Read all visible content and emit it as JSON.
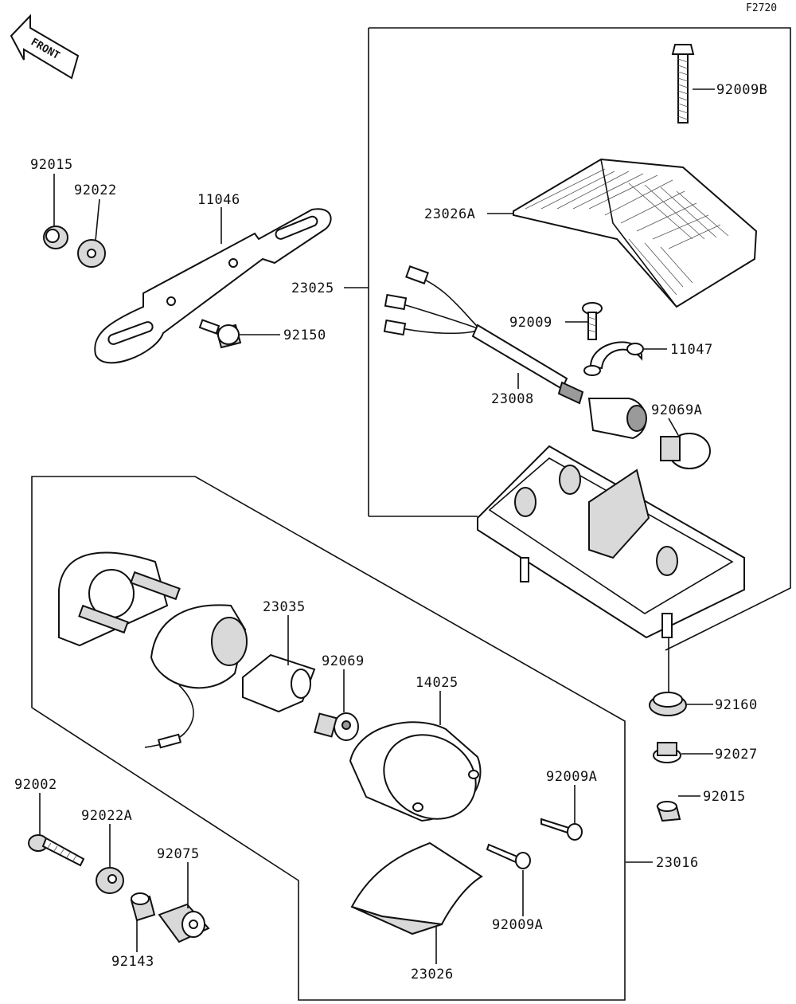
{
  "figure_id": "F2720",
  "front_label": "FRONT",
  "labels": [
    {
      "id": "l-92009B",
      "text": "92009B"
    },
    {
      "id": "l-23026A",
      "text": "23026A"
    },
    {
      "id": "l-23025",
      "text": "23025"
    },
    {
      "id": "l-92009",
      "text": "92009"
    },
    {
      "id": "l-11047",
      "text": "11047"
    },
    {
      "id": "l-23008",
      "text": "23008"
    },
    {
      "id": "l-92069A",
      "text": "92069A"
    },
    {
      "id": "l-92015a",
      "text": "92015"
    },
    {
      "id": "l-92022",
      "text": "92022"
    },
    {
      "id": "l-11046",
      "text": "11046"
    },
    {
      "id": "l-92150",
      "text": "92150"
    },
    {
      "id": "l-23035",
      "text": "23035"
    },
    {
      "id": "l-92069",
      "text": "92069"
    },
    {
      "id": "l-14025",
      "text": "14025"
    },
    {
      "id": "l-92160",
      "text": "92160"
    },
    {
      "id": "l-92027",
      "text": "92027"
    },
    {
      "id": "l-92015b",
      "text": "92015"
    },
    {
      "id": "l-92009Aa",
      "text": "92009A"
    },
    {
      "id": "l-92002",
      "text": "92002"
    },
    {
      "id": "l-92022A",
      "text": "92022A"
    },
    {
      "id": "l-92075",
      "text": "92075"
    },
    {
      "id": "l-23016",
      "text": "23016"
    },
    {
      "id": "l-92009Ab",
      "text": "92009A"
    },
    {
      "id": "l-92143",
      "text": "92143"
    },
    {
      "id": "l-23026",
      "text": "23026"
    }
  ]
}
